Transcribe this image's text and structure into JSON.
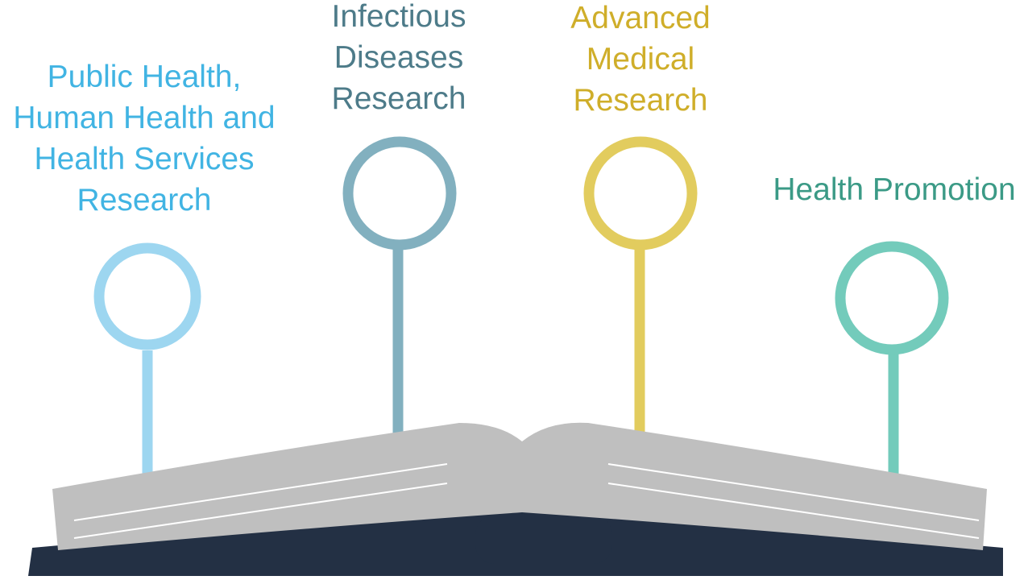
{
  "colors": {
    "public_health": "#9dd6f0",
    "public_health_text": "#41b4e3",
    "infectious": "#82b0bf",
    "infectious_text": "#4d7b89",
    "advanced": "#e2cc5e",
    "advanced_text": "#cfae2a",
    "promotion": "#73cbbb",
    "promotion_text": "#3b9a86",
    "book_pages": "#bfbfbf",
    "book_cover": "#233044",
    "page_lines": "#ffffff"
  },
  "topics": [
    {
      "id": "public-health",
      "lines": [
        "Public Health,",
        "Human Health and",
        "Health Services",
        "Research"
      ]
    },
    {
      "id": "infectious",
      "lines": [
        "Infectious",
        "Diseases",
        "Research"
      ]
    },
    {
      "id": "advanced",
      "lines": [
        "Advanced",
        "Medical",
        "Research"
      ]
    },
    {
      "id": "promotion",
      "lines": [
        "Health Promotion"
      ]
    }
  ]
}
